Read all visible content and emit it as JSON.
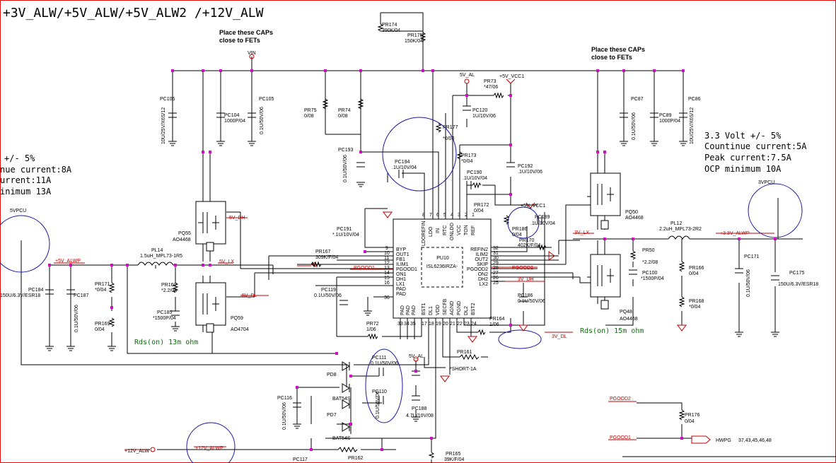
{
  "title": "+3V_ALW/+5V_ALW/+5V_ALW2 /+12V_ALW",
  "notes": {
    "caps_left": [
      "Place these CAPs",
      "close to FETs"
    ],
    "caps_right": [
      "Place these CAPs",
      "close to FETs"
    ],
    "spec_right": [
      "3.3 Volt +/- 5%",
      "Countinue  current:5A",
      "Peak current:7.5A",
      "OCP minimum 10A"
    ],
    "spec_left": [
      "+/- 5%",
      "nue current:8A",
      "urrent:11A",
      "inimum 13A"
    ],
    "rds_left": "Rds(on) 13m ohm",
    "rds_right": "Rds(on) 15m ohm"
  },
  "ic": {
    "ref": "PU10",
    "part": "ISL6236IRZA-",
    "left_pins": [
      "BYP",
      "OUT1",
      "FB1",
      "ILIM1",
      "PGOOD1",
      "ON1",
      "DH1",
      "LX1",
      "PAD",
      "PAD"
    ],
    "left_pin_nums": [
      "9",
      "10",
      "11",
      "12",
      "13",
      "14",
      "15",
      "16",
      "36"
    ],
    "right_pins": [
      "REFIN2",
      "ILIM2",
      "OUT2",
      "SKIP",
      "PGOOD2",
      "ON2",
      "DH2",
      "LX2"
    ],
    "right_pin_nums": [
      "32",
      "31",
      "30",
      "29",
      "28",
      "27",
      "26",
      "25"
    ],
    "top_pins": [
      "LDOREFIN",
      "LDO",
      "IN",
      "RTC",
      "ONLDO",
      "VCC",
      "TON",
      "REF"
    ],
    "top_pin_nums": [
      "8",
      "7",
      "6",
      "5",
      "4",
      "3",
      "2",
      "1"
    ],
    "bottom_pins": [
      "PAD",
      "PAD",
      "PAD",
      "BST1",
      "DL1",
      "VDD",
      "SECFB",
      "AGND",
      "PGND",
      "DL2",
      "BST2"
    ],
    "bottom_pin_nums": [
      "33",
      "34",
      "35",
      "17",
      "18",
      "19",
      "20",
      "21",
      "22",
      "23",
      "24"
    ]
  },
  "nets": {
    "vin": "VIN",
    "v5_al": "5V_AL",
    "v5_vcc1": "+5V_VCC1",
    "v5_vcc1b": "+5V_VCC1",
    "v5_alwp": "+5V_ALWP",
    "v5_lx": "5V_LX",
    "v5_dh": "5V_DH",
    "v5_dl": "5V_DL",
    "v3_lx": "3V_LX",
    "v3_dh": "3V_DH",
    "v3_dl": "3V_DL",
    "v33_alwp": "+3.3V_ALWP",
    "pgood1": "PGOOD1",
    "pgood2": "PGOOD2",
    "pgood1b": "PGOOD1",
    "pgood2b": "PGOOD2",
    "v12_alw": "+12V_ALW",
    "v12_alwp": "+12V_ALWP",
    "v5vpcu": "5VPCU",
    "v3vpcu": "3VPCU",
    "v5_al2": "5V_AL",
    "hwpg": "HWPG",
    "hwpg_pages": "37,43,45,46,48"
  },
  "parts": {
    "pr174": [
      "PR174",
      "390K/04"
    ],
    "pr175": [
      "PR175",
      "150K/04"
    ],
    "pc106": [
      "PC106",
      "10U/25V/X6S/12"
    ],
    "pc104": [
      "PC104",
      "1000P/04"
    ],
    "pc105": [
      "PC105",
      "0.1U/50V/06"
    ],
    "pr75": [
      "PR75",
      "0/08"
    ],
    "pr74": [
      "PR74",
      "0/08"
    ],
    "pr73": [
      "PR73",
      "*47/06"
    ],
    "pc120": [
      "PC120",
      "1U/10V/06"
    ],
    "pr177": [
      "PR177",
      "*0/04"
    ],
    "pc193": [
      "PC193",
      "0.1U/50V/06"
    ],
    "pc194": [
      "PC194",
      ".1U/10V/04"
    ],
    "pr173": [
      "PR173",
      "*0/04"
    ],
    "pc192": [
      "PC192",
      ".1U/10V/06"
    ],
    "pc190": [
      "PC190",
      ".1U/10V/04"
    ],
    "pr172": [
      "PR172",
      "0/04"
    ],
    "pr186": [
      "PR186",
      "0/04"
    ],
    "pc189": [
      "PC189",
      ".1U/10V/04"
    ],
    "pr170": [
      "PR170",
      "402K/F/04"
    ],
    "pc191": [
      "PC191",
      "*.1U/10V/04"
    ],
    "pr167": [
      "PR167",
      "309K/F/04"
    ],
    "pq55": [
      "PQ55",
      "AO4468"
    ],
    "pq59": [
      "PQ59",
      "AO4704"
    ],
    "pl14": [
      "PL14",
      "1.5uH_MPL73-1R5"
    ],
    "pr171": [
      "PR171",
      "*0/04"
    ],
    "pr169": [
      "PR169",
      "0/04"
    ],
    "pr160": [
      "PR160",
      "*2.2/08"
    ],
    "pc185": [
      "PC185",
      "*1500P/04"
    ],
    "pc184": [
      "PC184",
      "150U/6.3V/ESR18"
    ],
    "pc187": [
      "PC187",
      "0.1U/50V/06"
    ],
    "pc119": [
      "PC119",
      "0.1U/50V/06"
    ],
    "pr72": [
      "PR72",
      "1/06"
    ],
    "pc186": [
      "PC186",
      "0.1U/50V/06"
    ],
    "pr164": [
      "PR164",
      "1/06"
    ],
    "pc87": [
      "PC87",
      "0.1U/50V/06"
    ],
    "pc89": [
      "PC89",
      "1000P/04"
    ],
    "pc86": [
      "PC86",
      "10U/25V/X6S/12"
    ],
    "pq50": [
      "PQ50",
      "AO4468"
    ],
    "pq48": [
      "PQ48",
      "AO4468"
    ],
    "pl12": [
      "PL12",
      "2.2uH_MPL73-2R2"
    ],
    "pr50": [
      "PR50",
      "*2.2/08"
    ],
    "pc100": [
      "PC100",
      "*1500P/04"
    ],
    "pr166": [
      "PR166",
      "0/04"
    ],
    "pr168": [
      "PR168",
      "*0/04"
    ],
    "pc171": [
      "PC171",
      "0.1U/50V/06"
    ],
    "pc175": [
      "PC175",
      "150U/6.3V/ESR18"
    ],
    "pc111": [
      "PC111",
      "0.1U/50V/06"
    ],
    "pc110": [
      "PC110",
      "0.1U/50V/06"
    ],
    "pd8": [
      "PD8",
      "BAT54S"
    ],
    "pd7": [
      "PD7",
      "BAT54S"
    ],
    "pc116": [
      "PC116",
      "0.1U/50V/06"
    ],
    "pc188": [
      "PC188",
      "4.7U/10V/08"
    ],
    "pr161": [
      "PR161",
      "*SHORT-1A"
    ],
    "pr165": [
      "PR165",
      "39K/F/04"
    ],
    "pr162": [
      "PR162",
      ""
    ],
    "pc117": [
      "PC117",
      ""
    ],
    "pr176": [
      "PR176",
      "0/04"
    ]
  }
}
